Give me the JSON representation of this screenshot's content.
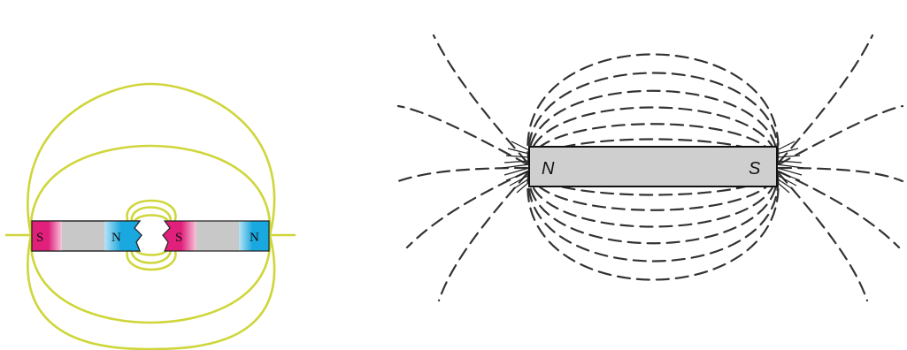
{
  "left_figure": {
    "magnet_a": {
      "left_pole": "S",
      "right_pole": "N"
    },
    "magnet_b": {
      "left_pole": "S",
      "right_pole": "N"
    },
    "colors": {
      "field_line": "#cfd63a",
      "south": "#e0207a",
      "north": "#1aa8e0",
      "body": "#c8c8c8"
    }
  },
  "right_figure": {
    "magnet": {
      "left_pole": "N",
      "right_pole": "S"
    },
    "colors": {
      "field_line": "#333333",
      "body": "#cfcfcf"
    }
  }
}
